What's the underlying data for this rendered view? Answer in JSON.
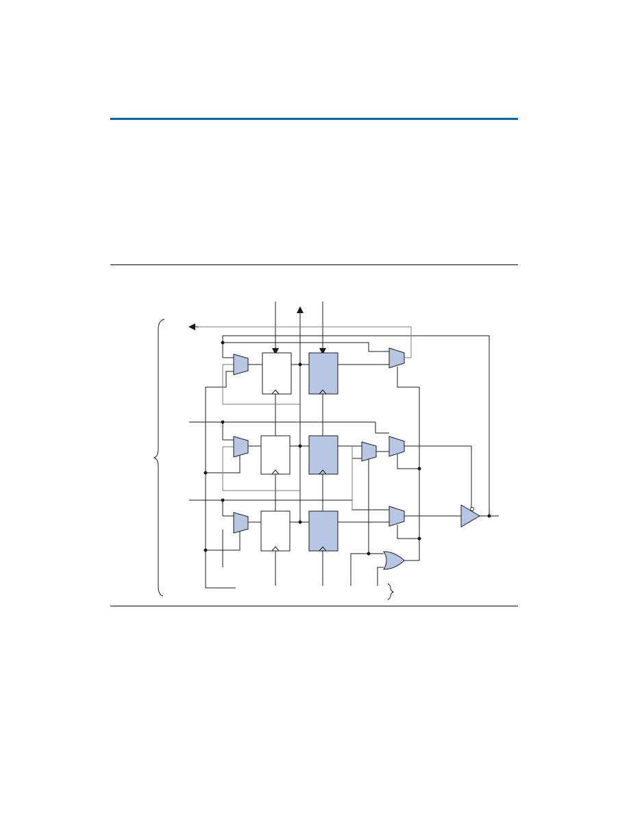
{
  "colors": {
    "header_rule": "#0066b3",
    "block_fill": "#b7c7e3",
    "wire": "#1a1a1a",
    "wire_gray": "#7a7a7a"
  },
  "diagram": {
    "type": "IOE block schematic",
    "components": [
      {
        "kind": "mux-icon",
        "row": "output-enable"
      },
      {
        "kind": "register",
        "row": "output-enable",
        "filled": false
      },
      {
        "kind": "register",
        "row": "output-enable",
        "filled": true
      },
      {
        "kind": "mux-icon",
        "row": "output-enable-select"
      },
      {
        "kind": "mux-icon",
        "row": "output"
      },
      {
        "kind": "register",
        "row": "output",
        "filled": false
      },
      {
        "kind": "register",
        "row": "output",
        "filled": true
      },
      {
        "kind": "mux-icon",
        "row": "output-delay"
      },
      {
        "kind": "mux-icon",
        "row": "output-select"
      },
      {
        "kind": "mux-icon",
        "row": "input"
      },
      {
        "kind": "register",
        "row": "input",
        "filled": false
      },
      {
        "kind": "register",
        "row": "input",
        "filled": true
      },
      {
        "kind": "mux-icon",
        "row": "input-select"
      },
      {
        "kind": "tristate-buffer-icon",
        "row": "pin"
      },
      {
        "kind": "or-gate-icon",
        "row": "clear"
      }
    ]
  }
}
